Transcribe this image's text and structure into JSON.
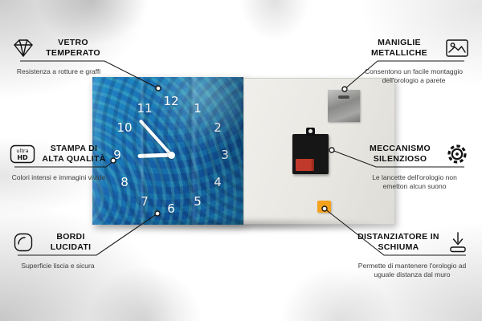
{
  "callouts": [
    {
      "title": "VETRO TEMPERATO",
      "desc": "Resistenza a rotture e graffi",
      "icon": "diamond"
    },
    {
      "title": "STAMPA DI ALTA QUALITÀ",
      "desc": "Colori intensi e immagini vivide",
      "icon": "ultra-hd"
    },
    {
      "title": "BORDI LUCIDATI",
      "desc": "Superficie liscia e sicura",
      "icon": "rounded-edge"
    },
    {
      "title": "MANIGLIE METALLICHE",
      "desc": "Consentono un facile montaggio dell'orologio a parete",
      "icon": "picture-frame"
    },
    {
      "title": "MECCANISMO SILENZIOSO",
      "desc": "Le lancette dell'orologio non emetton alcun suono",
      "icon": "gear"
    },
    {
      "title": "DISTANZIATORE IN SCHIUMA",
      "desc": "Permette di mantenere l'orologio ad uguale distanza dal muro",
      "icon": "spacer-arrow"
    }
  ],
  "icons": {
    "ultra_hd_line1": "ultra",
    "ultra_hd_line2": "HD"
  },
  "clock": {
    "numbers": [
      "12",
      "1",
      "2",
      "3",
      "4",
      "5",
      "6",
      "7",
      "8",
      "9",
      "10",
      "11"
    ]
  },
  "colors": {
    "print_blue": "#1966ae",
    "foam_orange": "#f5a21d",
    "battery_red": "#c0392b",
    "line_black": "#1a1a1a",
    "back_panel": "#e9e7e2"
  }
}
